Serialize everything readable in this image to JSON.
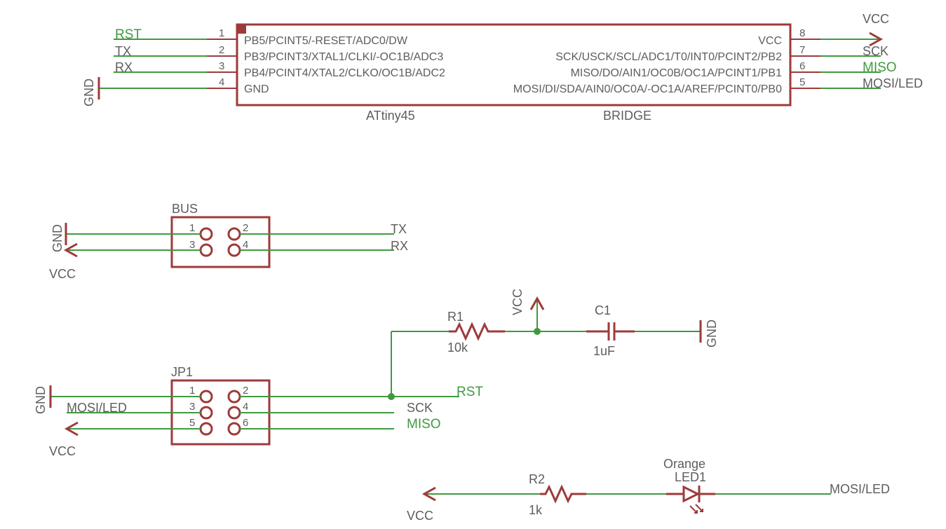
{
  "colors": {
    "wire": "#3f9a3f",
    "part": "#9e3a3a",
    "text": "#5d5d5d",
    "net_highlight": "#3f9a3f"
  },
  "attiny": {
    "name": "ATtiny45",
    "value": "BRIDGE",
    "left_pins": [
      {
        "num": "1",
        "label": "PB5/PCINT5/-RESET/ADC0/DW",
        "net": "RST"
      },
      {
        "num": "2",
        "label": "PB3/PCINT3/XTAL1/CLKI/-OC1B/ADC3",
        "net": "TX"
      },
      {
        "num": "3",
        "label": "PB4/PCINT4/XTAL2/CLKO/OC1B/ADC2",
        "net": "RX"
      },
      {
        "num": "4",
        "label": "GND",
        "net": "GND"
      }
    ],
    "right_pins": [
      {
        "num": "8",
        "label": "VCC",
        "net": "VCC"
      },
      {
        "num": "7",
        "label": "SCK/USCK/SCL/ADC1/T0/INT0/PCINT2/PB2",
        "net": "SCK"
      },
      {
        "num": "6",
        "label": "MISO/DO/AIN1/OC0B/OC1A/PCINT1/PB1",
        "net": "MISO"
      },
      {
        "num": "5",
        "label": "MOSI/DI/SDA/AIN0/OC0A/-OC1A/AREF/PCINT0/PB0",
        "net": "MOSI/LED"
      }
    ]
  },
  "bus": {
    "name": "BUS",
    "pins": [
      "1",
      "2",
      "3",
      "4"
    ],
    "nets": {
      "gnd": "GND",
      "vcc": "VCC",
      "tx": "TX",
      "rx": "RX"
    }
  },
  "jp1": {
    "name": "JP1",
    "pins": [
      "1",
      "2",
      "3",
      "4",
      "5",
      "6"
    ],
    "nets": {
      "gnd": "GND",
      "mosi": "MOSI/LED",
      "vcc": "VCC",
      "rst": "RST",
      "sck": "SCK",
      "miso": "MISO"
    }
  },
  "r1": {
    "name": "R1",
    "value": "10k"
  },
  "c1": {
    "name": "C1",
    "value": "1uF"
  },
  "r2": {
    "name": "R2",
    "value": "1k"
  },
  "led1": {
    "name": "LED1",
    "value": "Orange"
  },
  "nets": {
    "vcc": "VCC",
    "gnd": "GND",
    "mosi_led": "MOSI/LED"
  }
}
